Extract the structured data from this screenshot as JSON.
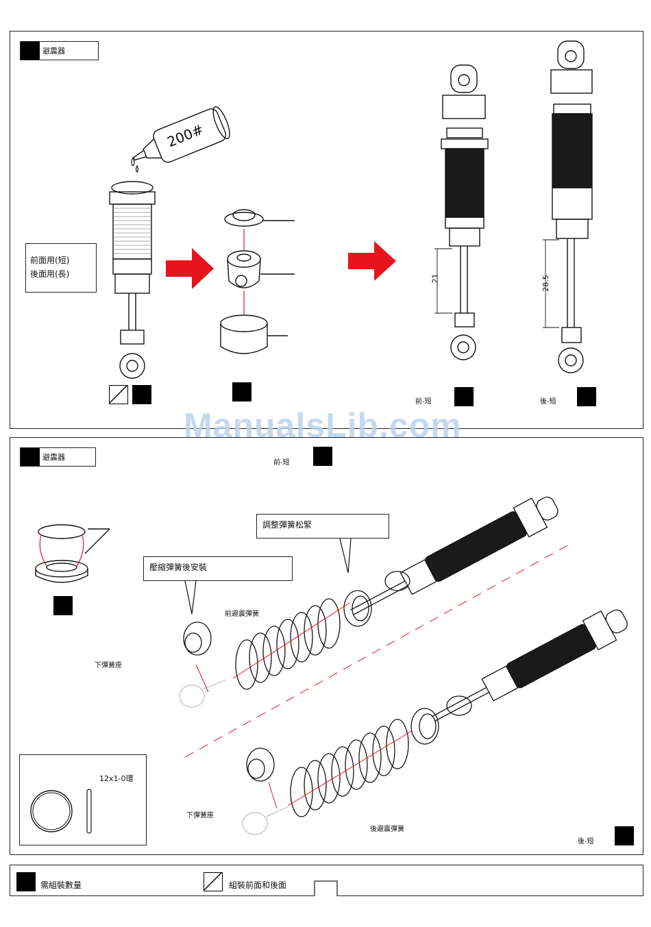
{
  "panel_top": {
    "section_tag": "避震器",
    "oil_bottle_label": "200#",
    "callout_lines": [
      "前面用(短)",
      "後面用(長)"
    ],
    "dimension_front": "21",
    "dimension_rear": "28.5",
    "label_front": "前-短",
    "label_rear": "後-短"
  },
  "panel_bottom": {
    "section_tag": "避震器",
    "header_label": "前-短",
    "callout_adjust": "調整彈簧松緊",
    "callout_compress": "壓縮彈簧後安裝",
    "front_spring_label": "前避震彈簧",
    "rear_spring_label": "後避震彈簧",
    "lower_seat_label_1": "下彈簧座",
    "lower_seat_label_2": "下彈簧座",
    "oring_label": "12x1-0環",
    "footer_right_label": "後-短"
  },
  "legend": {
    "quantity_label": "需組裝數量",
    "front_rear_label": "組裝前面和後面"
  },
  "watermark": "ManualsLib.com"
}
